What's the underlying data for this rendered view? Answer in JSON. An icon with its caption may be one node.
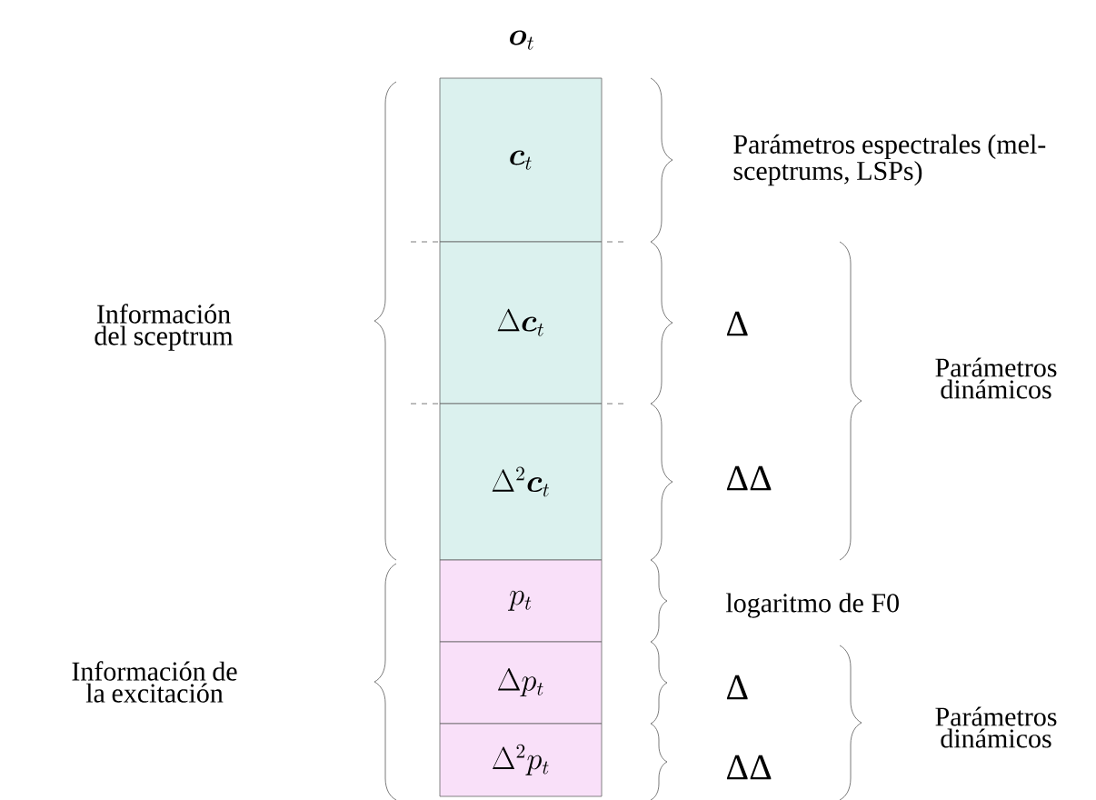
{
  "diagram": {
    "title": "\\boldsymbol{o}_t",
    "nodes": [
      {
        "text": [
          "\\boldsymbol{c}_t"
        ]
      },
      {
        "text": [
          "\\Delta\\boldsymbol{c}_t"
        ]
      },
      {
        "text": [
          "\\Delta^2\\boldsymbol{c}_t"
        ]
      },
      {
        "text": [
          "p_t"
        ]
      },
      {
        "text": [
          "\\Delta p_t"
        ]
      },
      {
        "text": [
          "\\Delta^2 p_t"
        ]
      }
    ],
    "labels": [
      "Parámetros espectrales (mel-sceptrums, LSPs)",
      "Información del sceptrum",
      "Δ",
      "Parámetros dinámicos",
      "ΔΔ",
      "logaritmo de F0",
      "Información de la excitación",
      "Δ",
      "Parámetros dinámicos",
      "ΔΔ"
    ]
  }
}
